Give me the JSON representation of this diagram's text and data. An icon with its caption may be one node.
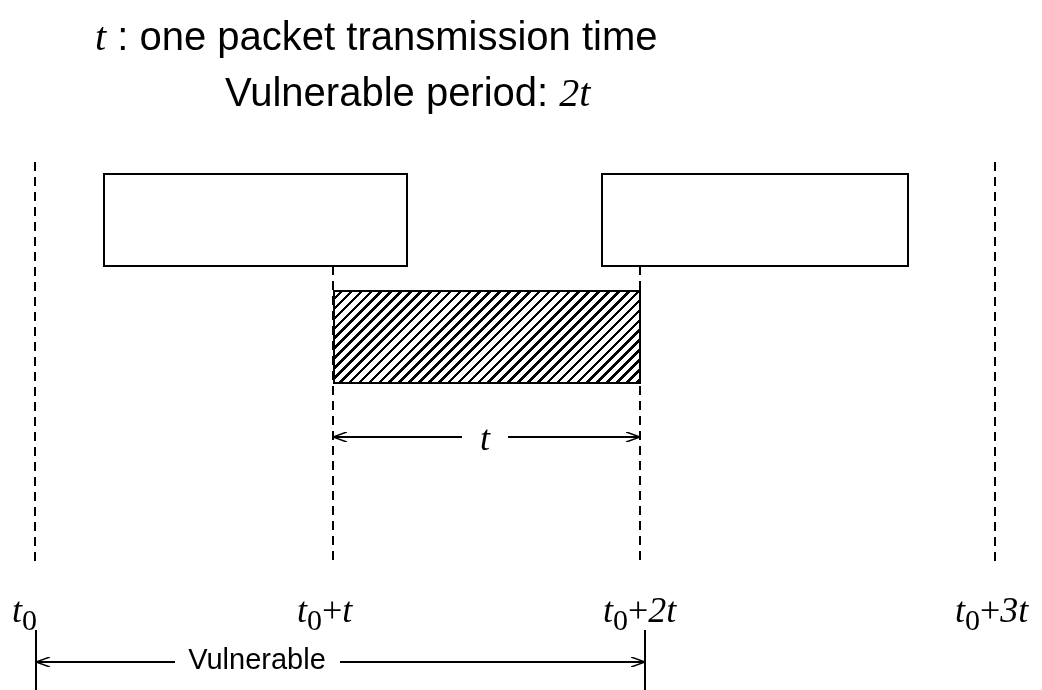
{
  "diagram": {
    "nodes": [
      {
        "text": [],
        "shape": "box"
      },
      {
        "text": [],
        "shape": "box"
      },
      {
        "text": [],
        "shape": "box"
      }
    ],
    "labels": [
      "*t* : one packet transmission time",
      "Vulnerable period: *2t*",
      "*t*",
      "*t*$_{0}$",
      "*t*$_{0}$+*t*",
      "*t*$_{0}$+*2t*",
      "*t*$_{0}$+*3t*",
      "Vulnerable"
    ]
  }
}
